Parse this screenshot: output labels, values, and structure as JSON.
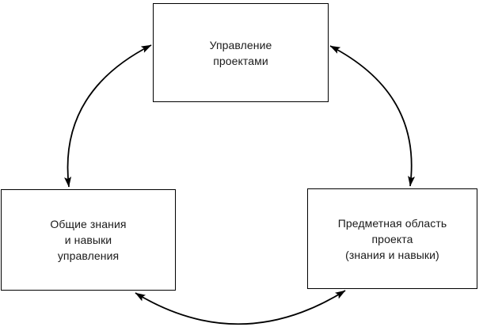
{
  "diagram": {
    "nodes": {
      "top": {
        "id": "project-management",
        "label": "Управление\nпроектами"
      },
      "left": {
        "id": "general-management-knowledge",
        "label": "Общие знания\nи навыки\nуправления"
      },
      "right": {
        "id": "project-subject-area",
        "label": "Предметная область\nпроекта\n(знания и навыки)"
      }
    },
    "edges": [
      {
        "name": "left-arc",
        "from": "project-management",
        "to": "general-management-knowledge",
        "bidirectional": true
      },
      {
        "name": "right-arc",
        "from": "project-management",
        "to": "project-subject-area",
        "bidirectional": true
      },
      {
        "name": "bottom-arc",
        "from": "general-management-knowledge",
        "to": "project-subject-area",
        "bidirectional": true
      }
    ],
    "colors": {
      "line": "#000000",
      "text": "#1a1a1a",
      "background": "#ffffff",
      "box_fill": "#ffffff"
    }
  }
}
